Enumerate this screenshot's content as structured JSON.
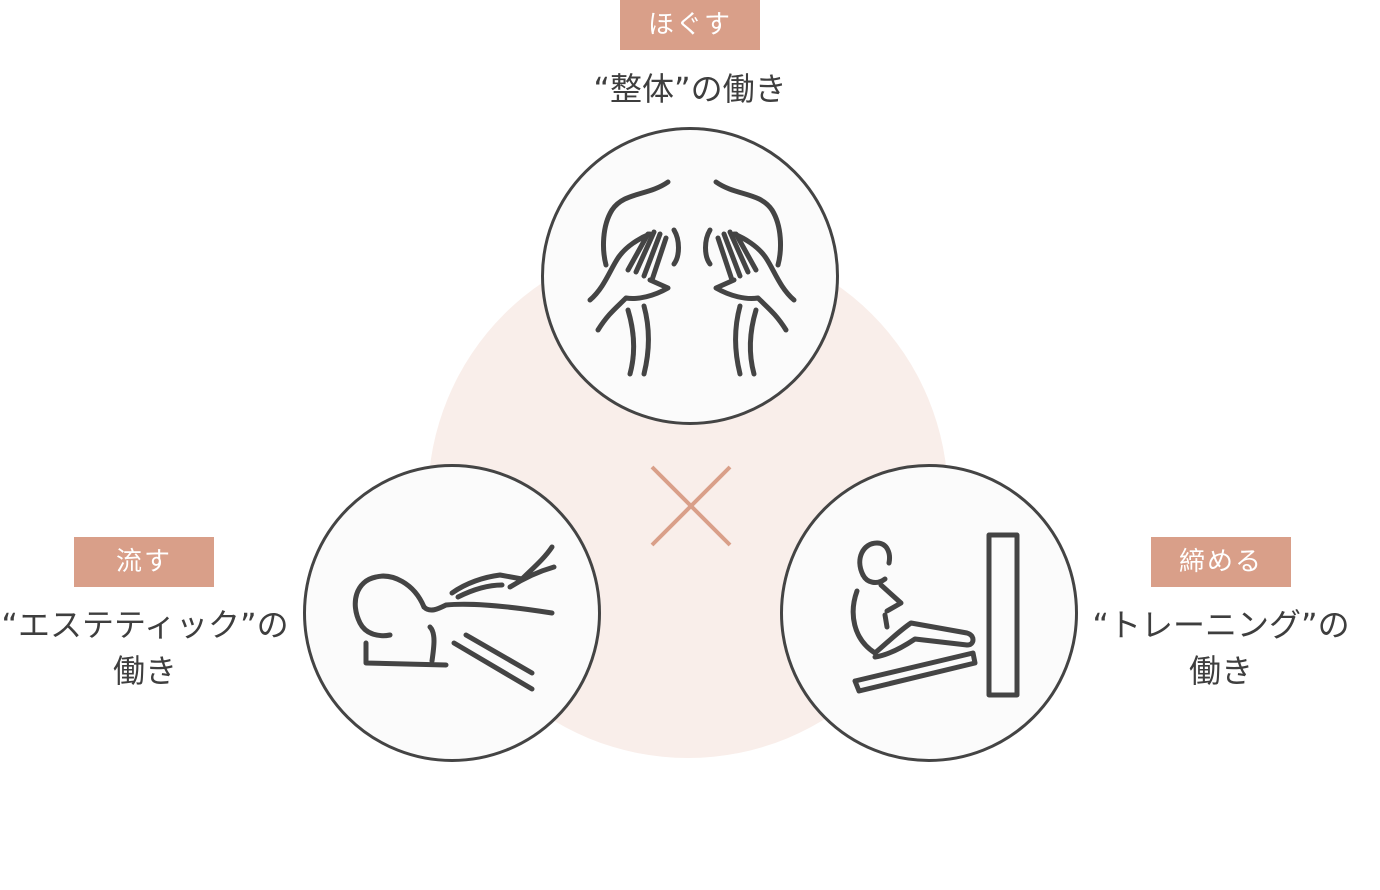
{
  "top": {
    "badge": "ほぐす",
    "caption": "“整体”の働き",
    "icon": "hands-massage-icon"
  },
  "left": {
    "badge": "流す",
    "caption_line1": "“エステティック”の",
    "caption_line2": "働き",
    "icon": "lying-massage-icon"
  },
  "right": {
    "badge": "締める",
    "caption_line1": "“トレーニング”の",
    "caption_line2": "働き",
    "icon": "leg-press-training-icon"
  },
  "center": {
    "icon": "cross-icon"
  },
  "colors": {
    "accent": "#d99f89",
    "background_circle": "#f9eeea",
    "line": "#444444"
  }
}
